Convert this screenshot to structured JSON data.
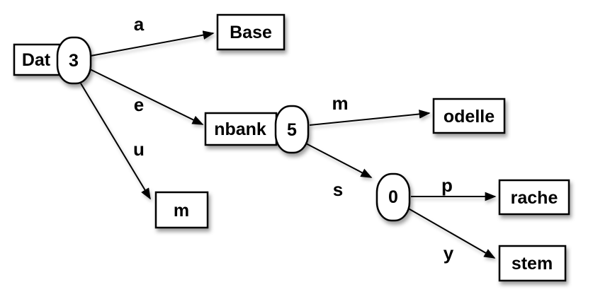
{
  "colors": {
    "stroke": "#000000",
    "node_fill": "#ffffff",
    "background": "#ffffff",
    "shadow": "rgba(0,0,0,0.4)"
  },
  "diagram": {
    "type": "radix-tree",
    "nodes": [
      {
        "id": "root",
        "label": "Dat",
        "badge": "3"
      },
      {
        "id": "base",
        "label": "Base"
      },
      {
        "id": "nbank",
        "label": "nbank",
        "badge": "5"
      },
      {
        "id": "m",
        "label": "m"
      },
      {
        "id": "odelle",
        "label": "odelle"
      },
      {
        "id": "zero",
        "badge": "0"
      },
      {
        "id": "rache",
        "label": "rache"
      },
      {
        "id": "stem",
        "label": "stem"
      }
    ],
    "edges": [
      {
        "from": "root",
        "to": "base",
        "label": "a"
      },
      {
        "from": "root",
        "to": "nbank",
        "label": "e"
      },
      {
        "from": "root",
        "to": "m",
        "label": "u"
      },
      {
        "from": "nbank",
        "to": "odelle",
        "label": "m"
      },
      {
        "from": "nbank",
        "to": "zero",
        "label": "s"
      },
      {
        "from": "zero",
        "to": "rache",
        "label": "p"
      },
      {
        "from": "zero",
        "to": "stem",
        "label": "y"
      }
    ]
  }
}
